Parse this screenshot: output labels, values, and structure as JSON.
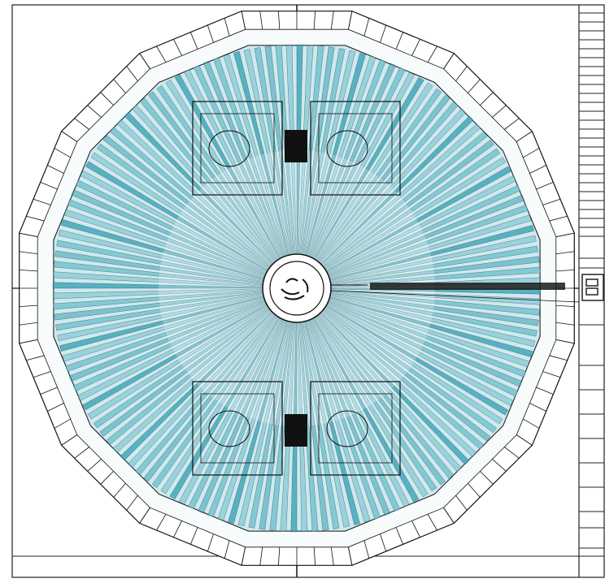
{
  "drawing": {
    "callout_label": "",
    "colors": {
      "sheet": "#ffffff",
      "line": "#111111",
      "fill_dark": "#3aa3b5",
      "fill_light": "#cfe9ee",
      "ring_fill": "#eaf6f8"
    },
    "icons": [
      "center-pole",
      "center-ring",
      "room-block",
      "title-block"
    ]
  }
}
